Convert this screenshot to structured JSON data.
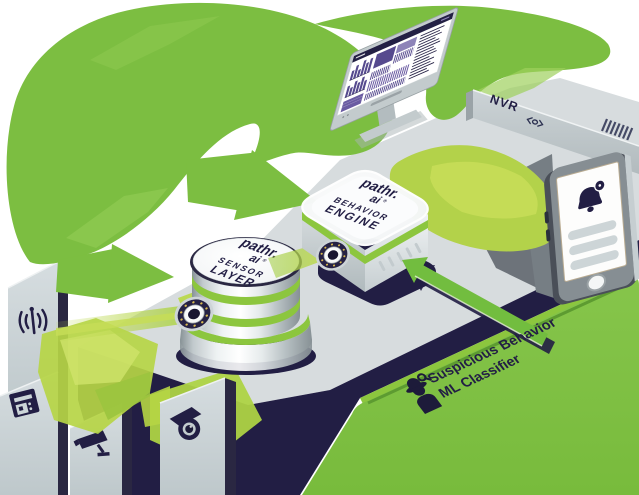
{
  "brand": {
    "logo_line1": "pathr.",
    "logo_line2": "ai",
    "registered_mark": "®"
  },
  "nodes": {
    "sensor_layer": {
      "label_line1": "SENSOR",
      "label_line2": "LAYER"
    },
    "behavior_engine": {
      "label_line1": "BEHAVIOR",
      "label_line2": "ENGINE"
    },
    "nvr": {
      "label": "NVR"
    },
    "ml_classifier": {
      "label_line1": "Suspicious Behavior",
      "label_line2": "ML Classifier"
    }
  },
  "icons": [
    "wifi-signal-icon",
    "badge-reader-icon",
    "cctv-camera-icon",
    "dome-camera-icon",
    "bell-notification-icon",
    "notification-badge",
    "detective-icon",
    "camera-lens-port-icon",
    "nvr-indicator-icon",
    "vent-grill-icon",
    "monitor-dashboard",
    "phone-home-button"
  ],
  "colors": {
    "flow_green": "#7cbe41",
    "accent_lime": "#8cc63e",
    "beam_lime": "#b6d545",
    "classifier_panel_green": "#80c045",
    "navy": "#221e44",
    "platform_grey": "#d7dcde",
    "panel_grey": "#ccd5d8",
    "metal_light": "#f2f5f6",
    "metal_dark": "#879296",
    "chart_purple": "#564a8e",
    "screen_white": "#ffffff"
  }
}
